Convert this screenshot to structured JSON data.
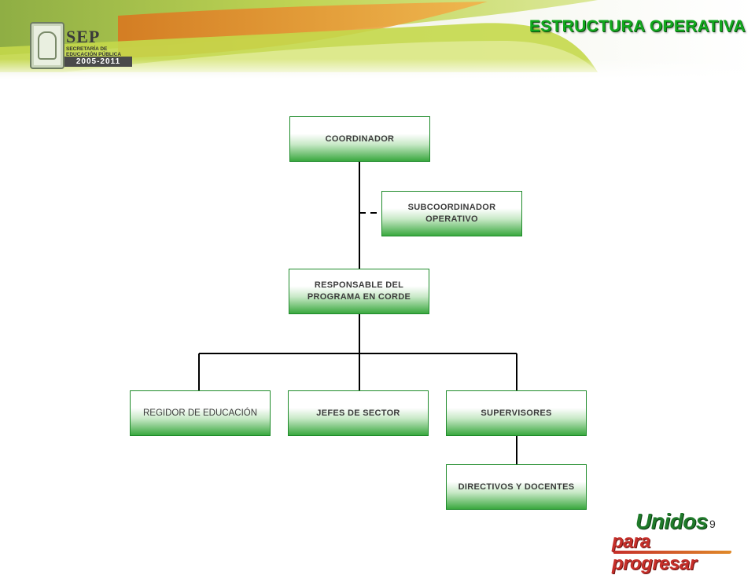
{
  "header": {
    "title": "ESTRUCTURA OPERATIVA",
    "logo": {
      "acronym": "SEP",
      "subtitle": "SECRETARÍA DE EDUCACIÓN PÚBLICA",
      "years": "2005-2011"
    }
  },
  "orgchart": {
    "nodes": {
      "coordinador": "COORDINADOR",
      "subcoordinador": "SUBCOORDINADOR OPERATIVO",
      "responsable": "RESPONSABLE DEL PROGRAMA EN CORDE",
      "regidor": "REGIDOR DE EDUCACIÓN",
      "jefes": "JEFES DE SECTOR",
      "supervisores": "SUPERVISORES",
      "directivos": "DIRECTIVOS Y DOCENTES"
    },
    "colors": {
      "box_border": "#1e8b2a",
      "box_gradient_bottom": "#3aa83f",
      "connector": "#000000",
      "title_green": "#12a81e"
    }
  },
  "footer": {
    "page_number": "9",
    "slogan_line1": "Unidos",
    "slogan_line2": "para progresar"
  }
}
